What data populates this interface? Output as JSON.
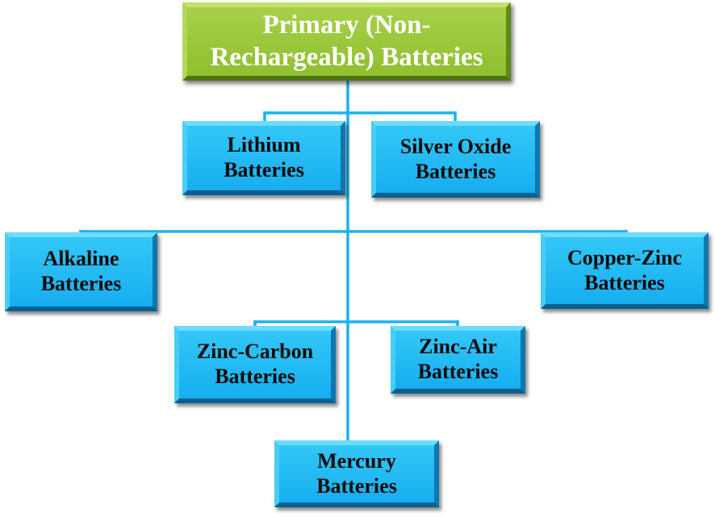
{
  "diagram": {
    "colors": {
      "root_fill": "#97c43a",
      "child_fill": "#1fb5f2",
      "connector": "#1fb0ef"
    },
    "root": {
      "label": "Primary (Non-\nRechargeable) Batteries"
    },
    "children": {
      "lithium": {
        "label": "Lithium\nBatteries"
      },
      "silver_oxide": {
        "label": "Silver Oxide\nBatteries"
      },
      "alkaline": {
        "label": "Alkaline\nBatteries"
      },
      "copper_zinc": {
        "label": "Copper-Zinc\nBatteries"
      },
      "zinc_carbon": {
        "label": "Zinc-Carbon\nBatteries"
      },
      "zinc_air": {
        "label": "Zinc-Air\nBatteries"
      },
      "mercury": {
        "label": "Mercury\nBatteries"
      }
    }
  }
}
